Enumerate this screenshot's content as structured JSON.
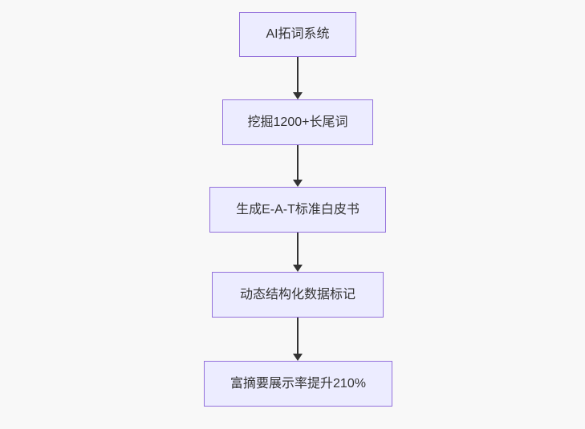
{
  "diagram": {
    "type": "flowchart",
    "direction": "top-down",
    "nodes": [
      {
        "id": "A",
        "label": "AI拓词系统"
      },
      {
        "id": "B",
        "label": "挖掘1200+长尾词"
      },
      {
        "id": "C",
        "label": "生成E-A-T标准白皮书"
      },
      {
        "id": "D",
        "label": "动态结构化数据标记"
      },
      {
        "id": "E",
        "label": "富摘要展示率提升210%"
      }
    ],
    "edges": [
      {
        "from": "A",
        "to": "B",
        "style": "arrow-down"
      },
      {
        "from": "B",
        "to": "C",
        "style": "arrow-down"
      },
      {
        "from": "C",
        "to": "D",
        "style": "arrow-down"
      },
      {
        "from": "D",
        "to": "E",
        "style": "arrow-down"
      }
    ]
  },
  "colors": {
    "background": "#f8f8f8",
    "node_fill": "#ECECFF",
    "node_border": "#9370DB",
    "node_text": "#333333",
    "arrow": "#333333"
  }
}
